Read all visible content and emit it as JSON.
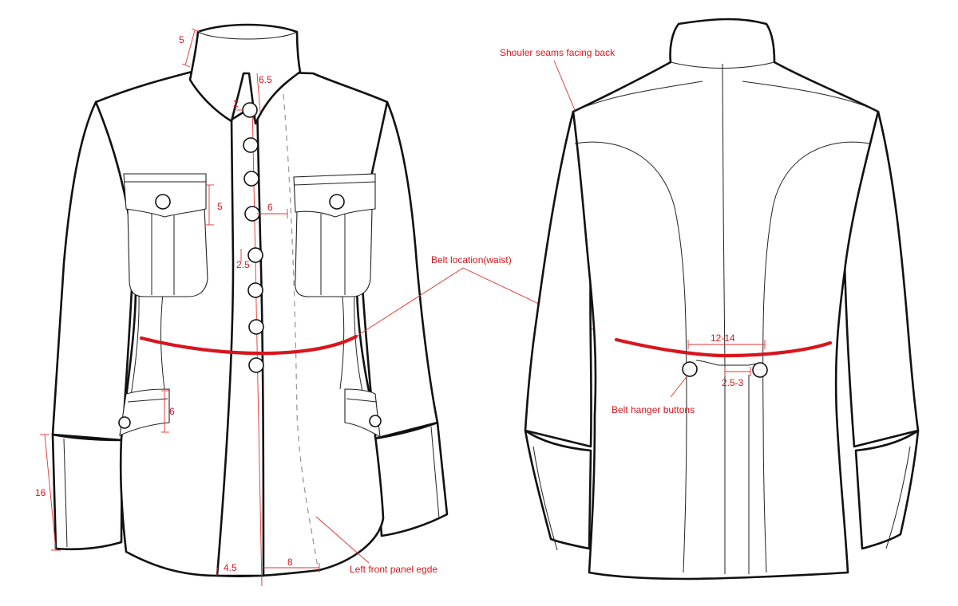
{
  "colors": {
    "annotation": "#d7161c",
    "outline": "#111111",
    "background": "#ffffff"
  },
  "annotations": {
    "shoulder_seams": "Shouler seams facing back",
    "belt_location": "Belt location(waist)",
    "left_front_panel": "Left front panel egde",
    "belt_hanger_buttons": "Belt hanger buttons"
  },
  "dimensions": {
    "collar_height": "5",
    "collar_gap": "6.5",
    "top_button_offset": "2",
    "pocket_flap_height": "5",
    "button_to_edge": "6",
    "button_diameter": "2.5",
    "lower_pocket_height": "6",
    "cuff_height": "16",
    "hem_offset": "4.5",
    "hem_overlap": "8",
    "back_button_span": "12-14",
    "back_button_drop": "2.5-3"
  }
}
